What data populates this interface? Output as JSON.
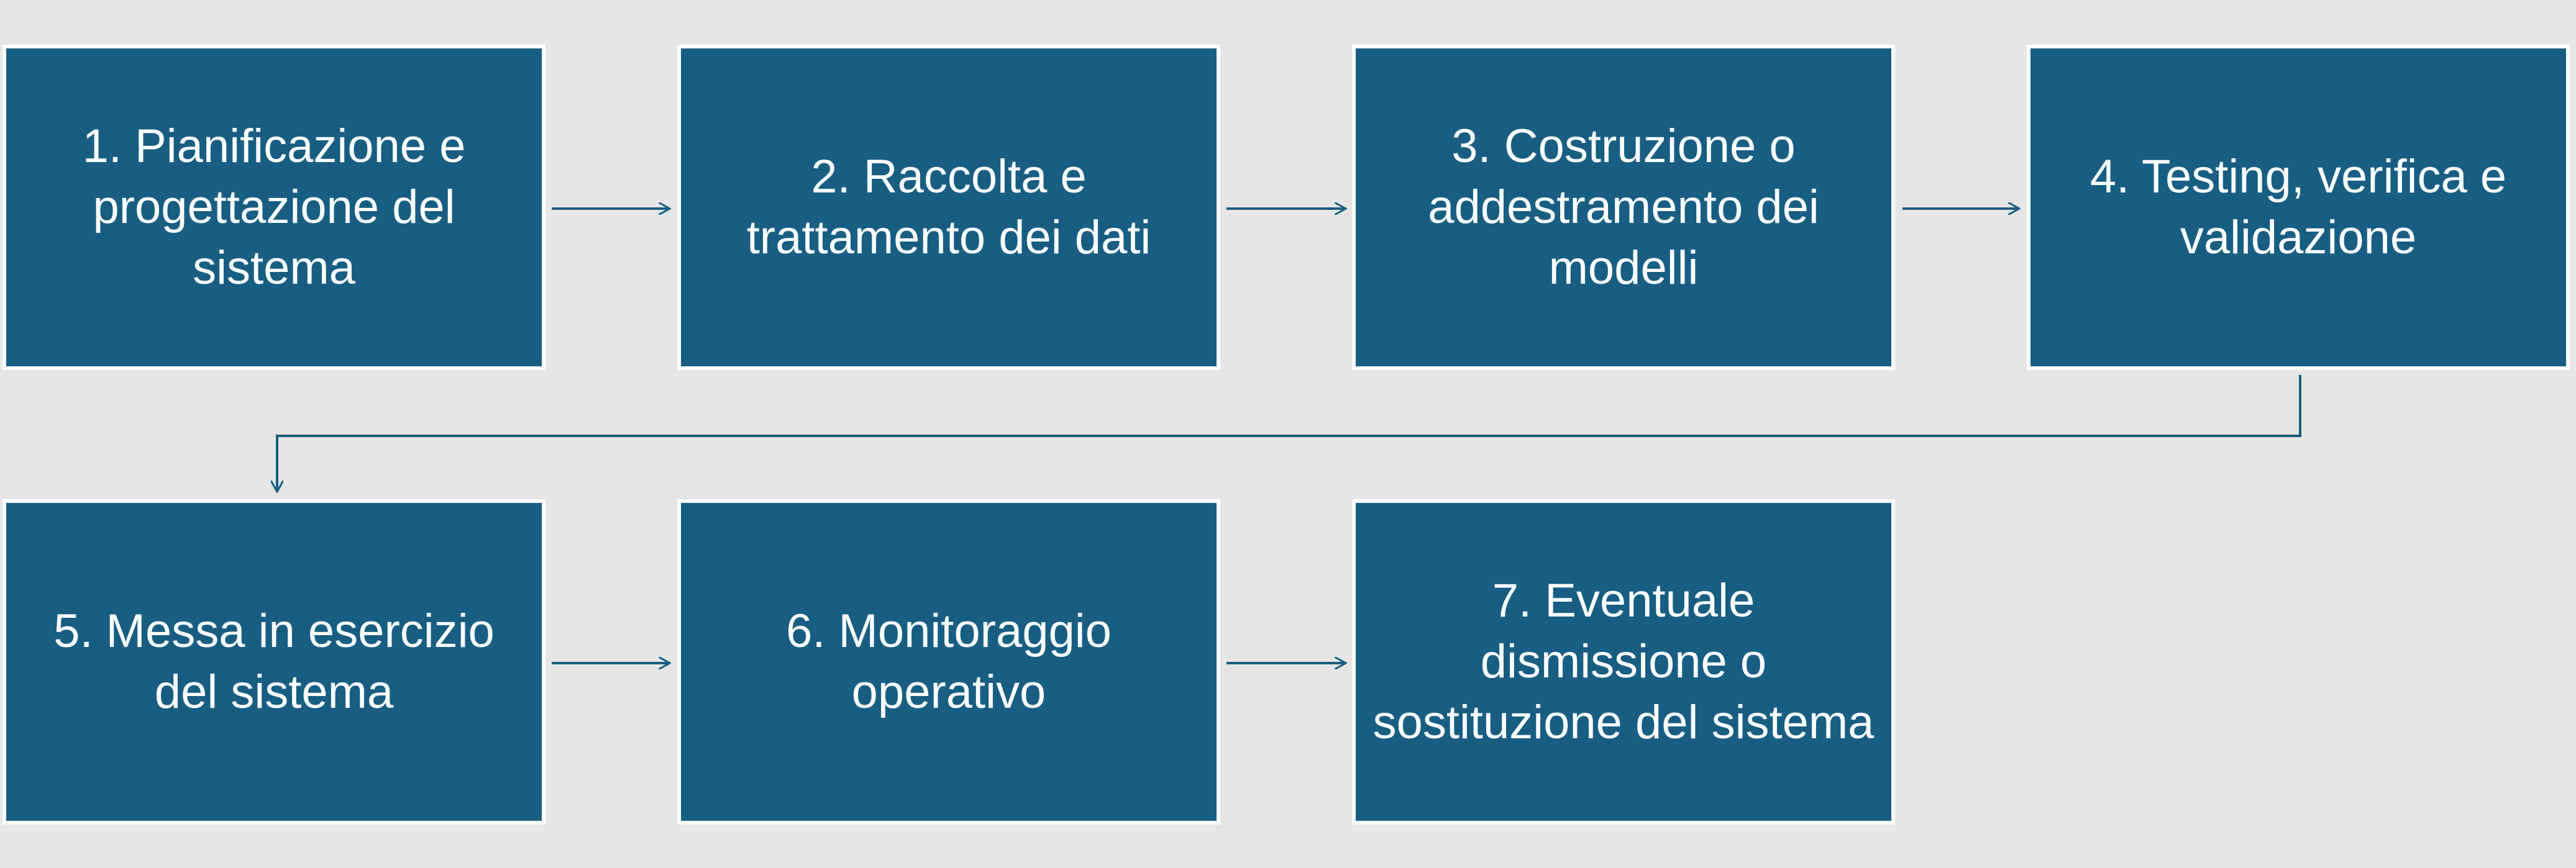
{
  "colors": {
    "background": "#e6e6e6",
    "box_fill": "#175e82",
    "box_border": "#ffffff",
    "text": "#ffffff",
    "arrow": "#175e82"
  },
  "steps": [
    {
      "label": "1. Pianificazione e progettazione del sistema"
    },
    {
      "label": "2. Raccolta e trattamento dei dati"
    },
    {
      "label": "3. Costruzione o addestramento dei modelli"
    },
    {
      "label": "4. Testing, verifica e validazione"
    },
    {
      "label": "5. Messa in esercizio del sistema"
    },
    {
      "label": "6. Monitoraggio operativo"
    },
    {
      "label": "7. Eventuale dismissione o sostituzione del sistema"
    }
  ]
}
